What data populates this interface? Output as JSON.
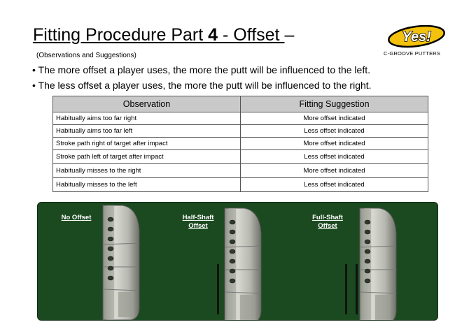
{
  "title": {
    "main": "Fitting Procedure Part ",
    "number": "4",
    "rest": " - Offset ",
    "dash": "–"
  },
  "subtitle": "(Observations and Suggestions)",
  "bullets": [
    "• The more offset a player uses, the more the putt will be influenced to the left.",
    "• The less offset a player uses, the more the putt will be influenced to the right."
  ],
  "logo": {
    "brand": "Yes!",
    "tagline": "C-GROOVE PUTTERS"
  },
  "table": {
    "headers": [
      "Observation",
      "Fitting Suggestion"
    ],
    "rows": [
      [
        "Habitually aims too far right",
        "More offset indicated"
      ],
      [
        "Habitually aims too far left",
        "Less offset indicated"
      ],
      [
        "Stroke path right of target after impact",
        "More offset indicated"
      ],
      [
        "Stroke path left of target after impact",
        "Less offset indicated"
      ],
      [
        "Habitually misses to the right",
        "More offset indicated"
      ],
      [
        "Habitually misses to the left",
        "Less offset indicated"
      ]
    ]
  },
  "putters": [
    {
      "label_line1": "No Offset",
      "label_line2": ""
    },
    {
      "label_line1": "Half-Shaft",
      "label_line2": "Offset"
    },
    {
      "label_line1": "Full-Shaft",
      "label_line2": "Offset"
    }
  ],
  "colors": {
    "green_background": "#1c4a20",
    "header_gray": "#c9c9c9",
    "logo_yellow": "#f4c20d"
  }
}
